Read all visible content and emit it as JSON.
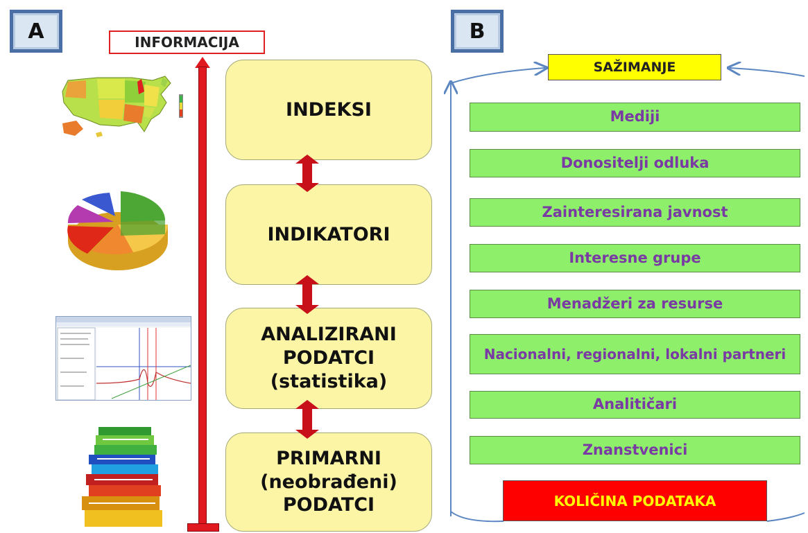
{
  "panel_a": {
    "label": "A",
    "info_label": "INFORMACIJA",
    "levels": [
      {
        "text": "INDEKSI"
      },
      {
        "text": "INDIKATORI"
      },
      {
        "text": "ANALIZIRANI\nPODATCI\n(statistika)"
      },
      {
        "text": "PRIMARNI\n(neobrađeni)\nPODATCI"
      }
    ],
    "icons": [
      "usa-map-icon",
      "pie-chart-icon",
      "software-screenshot-icon",
      "books-stack-icon"
    ]
  },
  "panel_b": {
    "label": "B",
    "summary_label": "SAŽIMANJE",
    "audiences": [
      {
        "text": "Mediji"
      },
      {
        "text": "Donositelji odluka"
      },
      {
        "text": "Zainteresirana javnost"
      },
      {
        "text": "Interesne grupe"
      },
      {
        "text": "Menadžeri za resurse"
      },
      {
        "text": "Nacionalni, regionalni, lokalni partneri"
      },
      {
        "text": "Analitičari"
      },
      {
        "text": "Znanstvenici"
      }
    ],
    "quantity_label": "KOLIČINA PODATAKA"
  },
  "colors": {
    "level_fill": "#fbf5a5",
    "arrow_red": "#e01820",
    "audience_fill": "#8ef06a",
    "audience_text": "#7a3aa4",
    "summary_fill": "#ffff00",
    "quantity_fill": "#ff0000",
    "quantity_text": "#ffff00",
    "frame_blue": "#5b86c2"
  }
}
